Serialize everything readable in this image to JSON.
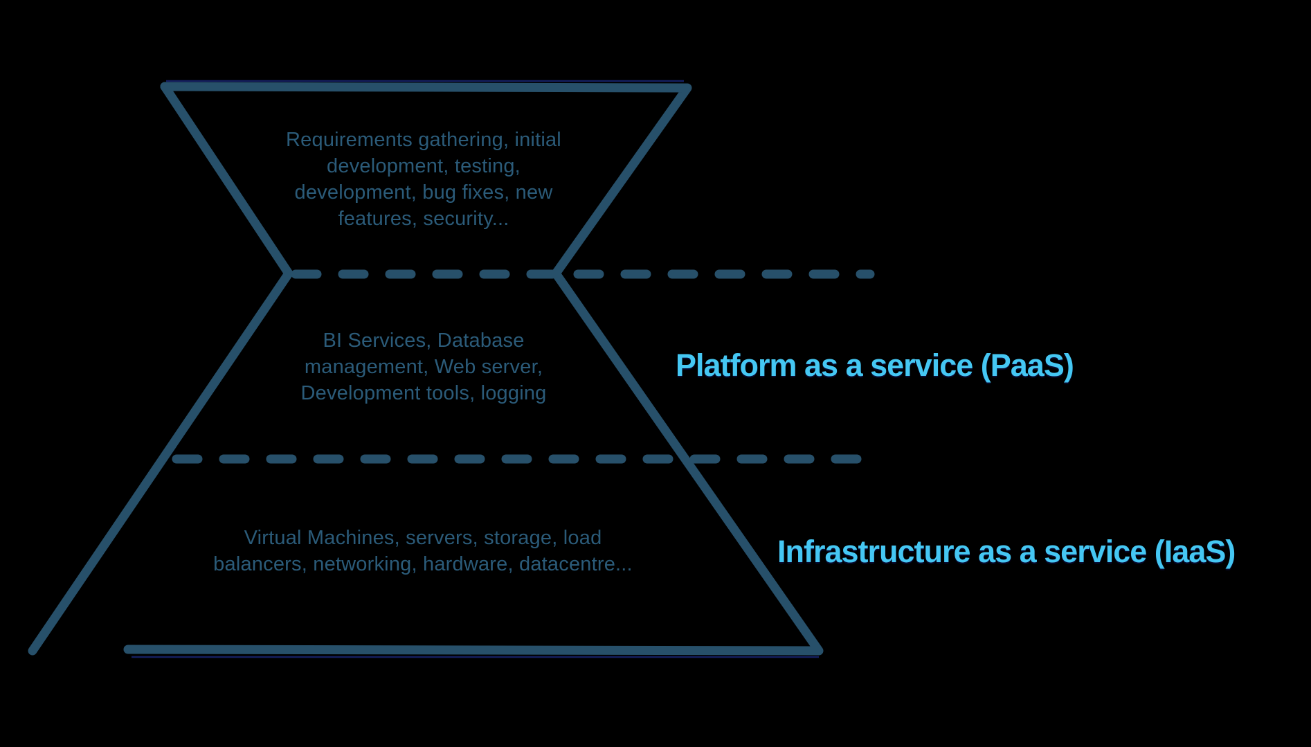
{
  "colors": {
    "background": "#000000",
    "stroke": "#27506A",
    "inner_text": "#2B5B79",
    "label_text": "#45C7F3",
    "artifact_blue": "#2638B0"
  },
  "hourglass": {
    "saas_lines": [
      "Requirements gathering, initial",
      "development, testing,",
      "development, bug fixes, new",
      "features, security..."
    ],
    "paas_lines": [
      "BI Services, Database",
      "management, Web server,",
      "Development tools, logging"
    ],
    "iaas_lines": [
      "Virtual Machines, servers, storage, load",
      "balancers, networking, hardware, datacentre..."
    ]
  },
  "labels": {
    "paas": "Platform as a service (PaaS)",
    "iaas": "Infrastructure as a service (IaaS)"
  }
}
